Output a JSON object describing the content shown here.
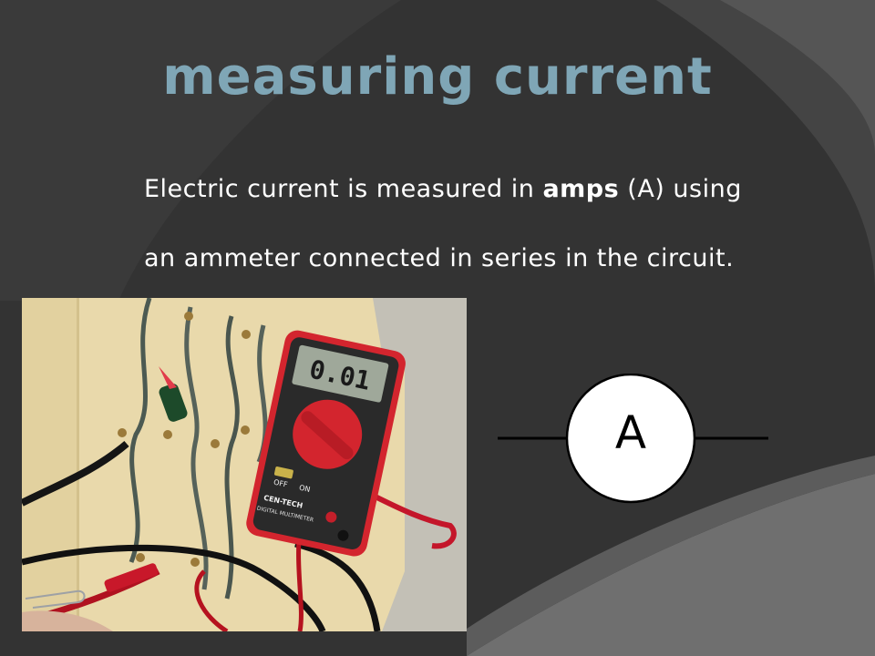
{
  "slide": {
    "title": "measuring current",
    "body": {
      "line1_before": "Electric current is measured in ",
      "line1_bold": "amps",
      "line1_after": " (A) using",
      "line2": "an ammeter connected in series in the circuit."
    }
  },
  "photo": {
    "multimeter_display": "0.01",
    "brand": "CEN-TECH",
    "model": "DIGITAL MULTIMETER",
    "power_off": "OFF",
    "power_on": "ON"
  },
  "symbol": {
    "letter": "A"
  },
  "colors": {
    "background": "#343434",
    "title": "#7fa6b6",
    "text": "#ffffff",
    "symbol_panel": "#ffffff"
  }
}
